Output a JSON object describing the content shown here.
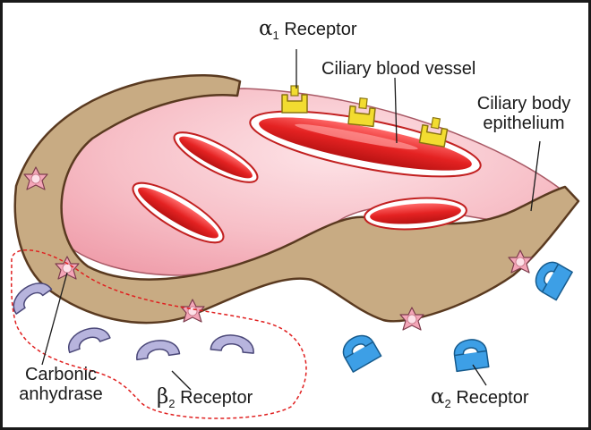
{
  "labels": {
    "alpha1": {
      "symbol": "α",
      "sub": "1",
      "text": "Receptor"
    },
    "ciliary_blood_vessel": "Ciliary blood vessel",
    "ciliary_body_epithelium": [
      "Ciliary body",
      "epithelium"
    ],
    "carbonic_anhydrase": [
      "Carbonic",
      "anhydrase"
    ],
    "beta2": {
      "symbol": "β",
      "sub": "2",
      "text": "Receptor"
    },
    "alpha2": {
      "symbol": "α",
      "sub": "2",
      "text": "Receptor"
    }
  },
  "colors": {
    "epithelium": "#c8ab83",
    "epithelium_stroke": "#5a3a20",
    "stroma": "#f6b6bf",
    "vessel": "#e02a2a",
    "alpha1_receptor": "#f2dc30",
    "beta2_receptor": "#b7b4dd",
    "alpha2_receptor": "#3d9fe6",
    "carbonic_anhydrase": "#f4a6b8",
    "highlight_outline": "#e02020"
  }
}
